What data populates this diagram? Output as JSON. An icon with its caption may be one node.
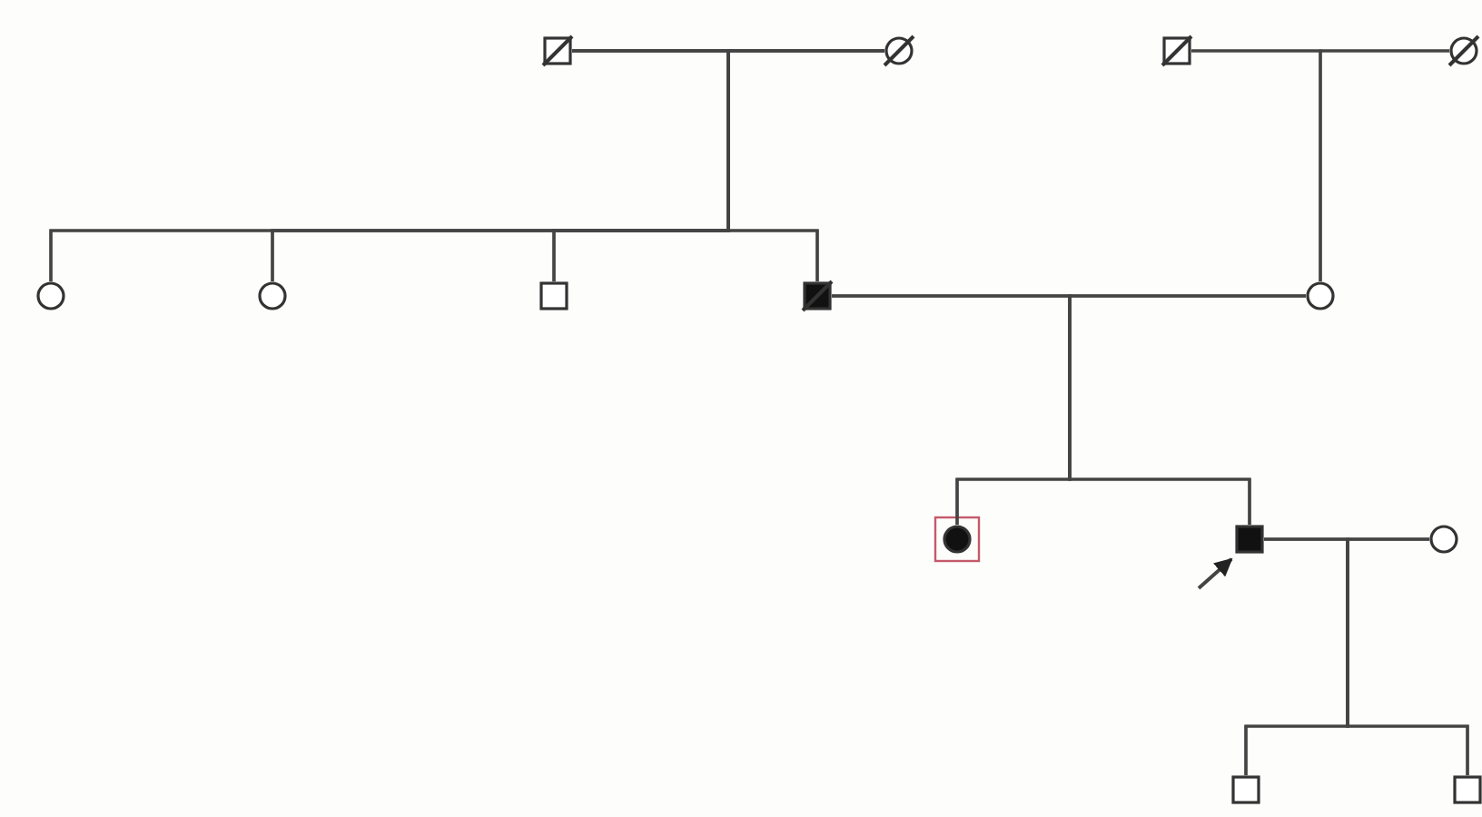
{
  "diagram": {
    "nodes": [
      {
        "text": [],
        "shape": "box"
      },
      {
        "text": [],
        "shape": "circle"
      },
      {
        "text": [],
        "shape": "box"
      },
      {
        "text": [],
        "shape": "circle"
      },
      {
        "text": [],
        "shape": "circle"
      },
      {
        "text": [],
        "shape": "circle"
      },
      {
        "text": [],
        "shape": "box"
      },
      {
        "text": [],
        "shape": "box"
      },
      {
        "text": [],
        "shape": "circle"
      },
      {
        "text": [],
        "shape": "circle"
      },
      {
        "text": [],
        "shape": "box"
      },
      {
        "text": [],
        "shape": "circle"
      },
      {
        "text": [],
        "shape": "box"
      },
      {
        "text": [],
        "shape": "box"
      }
    ],
    "edges": [
      {
        "from": 0,
        "to": 1,
        "arrow": "none"
      },
      {
        "from": 0,
        "to": 4,
        "arrow": "none"
      },
      {
        "from": 0,
        "to": 5,
        "arrow": "none"
      },
      {
        "from": 0,
        "to": 6,
        "arrow": "none"
      },
      {
        "from": 0,
        "to": 7,
        "arrow": "none"
      },
      {
        "from": 1,
        "to": 4,
        "arrow": "none"
      },
      {
        "from": 1,
        "to": 5,
        "arrow": "none"
      },
      {
        "from": 1,
        "to": 6,
        "arrow": "none"
      },
      {
        "from": 1,
        "to": 7,
        "arrow": "none"
      },
      {
        "from": 2,
        "to": 3,
        "arrow": "none"
      },
      {
        "from": 2,
        "to": 8,
        "arrow": "none"
      },
      {
        "from": 3,
        "to": 8,
        "arrow": "none"
      },
      {
        "from": 7,
        "to": 8,
        "arrow": "none"
      },
      {
        "from": 7,
        "to": 9,
        "arrow": "none"
      },
      {
        "from": 7,
        "to": 10,
        "arrow": "none"
      },
      {
        "from": 8,
        "to": 9,
        "arrow": "none"
      },
      {
        "from": 8,
        "to": 10,
        "arrow": "none"
      },
      {
        "from": 10,
        "to": 11,
        "arrow": "none"
      },
      {
        "from": 10,
        "to": 12,
        "arrow": "none"
      },
      {
        "from": 10,
        "to": 13,
        "arrow": "none"
      },
      {
        "from": 11,
        "to": 12,
        "arrow": "none"
      },
      {
        "from": 11,
        "to": 13,
        "arrow": "none"
      },
      {
        "from": null,
        "to": 10,
        "arrow": "to"
      }
    ]
  }
}
